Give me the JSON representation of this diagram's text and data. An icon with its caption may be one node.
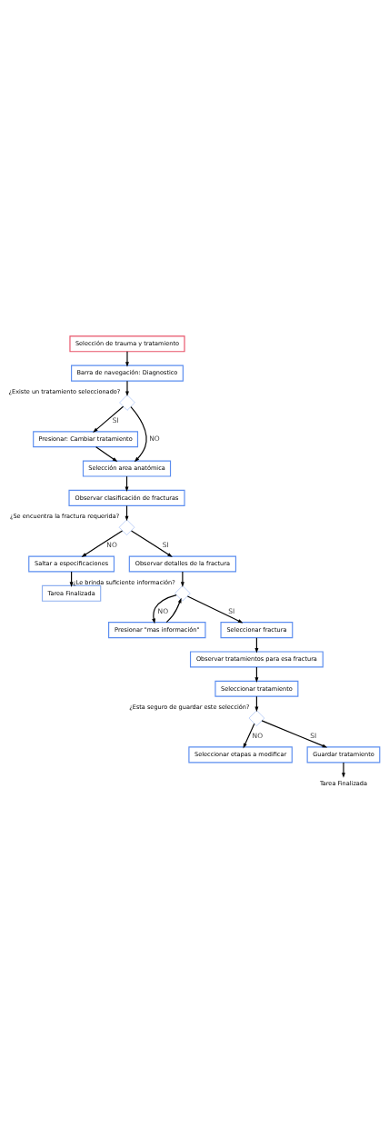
{
  "diagram": {
    "nodes": [
      {
        "text": [
          "Selección de trauma y tratamiento"
        ]
      },
      {
        "text": [
          "Barra de navegación: Diagnostico"
        ]
      },
      {
        "text": [],
        "shape": "diamond",
        "beside": [
          "¿Existe un tratamiento seleccionado?"
        ]
      },
      {
        "text": [
          "Presionar: Cambiar tratamiento"
        ]
      },
      {
        "text": [
          "Selección area anatómica"
        ]
      },
      {
        "text": [
          "Observar clasificación de fracturas"
        ]
      },
      {
        "text": [],
        "shape": "diamond",
        "beside": [
          "¿Se encuentra la fractura requerida?"
        ]
      },
      {
        "text": [
          "Saltar a especificaciones"
        ]
      },
      {
        "text": [
          "Tarea Finalizada"
        ]
      },
      {
        "text": [
          "Observar detalles de la fractura"
        ]
      },
      {
        "text": [],
        "shape": "diamond",
        "beside": [
          "¿Le brinda suficiente información?"
        ]
      },
      {
        "text": [
          "Presionar \"mas información\""
        ]
      },
      {
        "text": [
          "Seleccionar fractura"
        ]
      },
      {
        "text": [
          "Observar tratamientos para esa fractura"
        ]
      },
      {
        "text": [
          "Seleccionar tratamiento"
        ]
      },
      {
        "text": [],
        "shape": "diamond",
        "beside": [
          "¿Esta seguro de guardar este selección?"
        ]
      },
      {
        "text": [
          "Seleccionar etapas a modificar"
        ]
      },
      {
        "text": [
          "Guardar tratamiento"
        ]
      },
      {
        "text": [
          "Tarea Finalizada"
        ]
      }
    ],
    "edges": [
      {
        "from": 0,
        "to": 1,
        "arrow": "to"
      },
      {
        "from": 1,
        "to": 2,
        "arrow": "to"
      },
      {
        "from": 2,
        "to": 3,
        "arrow": "to",
        "label": "SI"
      },
      {
        "from": 2,
        "to": 4,
        "arrow": "to",
        "label": "NO"
      },
      {
        "from": 3,
        "to": 4,
        "arrow": "to"
      },
      {
        "from": 4,
        "to": 5,
        "arrow": "to"
      },
      {
        "from": 5,
        "to": 6,
        "arrow": "to"
      },
      {
        "from": 6,
        "to": 7,
        "arrow": "to",
        "label": "NO"
      },
      {
        "from": 6,
        "to": 9,
        "arrow": "to",
        "label": "SI"
      },
      {
        "from": 7,
        "to": 8,
        "arrow": "to"
      },
      {
        "from": 9,
        "to": 10,
        "arrow": "to"
      },
      {
        "from": 10,
        "to": 11,
        "arrow": "to",
        "label": "NO"
      },
      {
        "from": 11,
        "to": 10,
        "arrow": "to"
      },
      {
        "from": 10,
        "to": 12,
        "arrow": "to",
        "label": "SI"
      },
      {
        "from": 12,
        "to": 13,
        "arrow": "to"
      },
      {
        "from": 13,
        "to": 14,
        "arrow": "to"
      },
      {
        "from": 14,
        "to": 15,
        "arrow": "to"
      },
      {
        "from": 15,
        "to": 16,
        "arrow": "to",
        "label": "NO"
      },
      {
        "from": 15,
        "to": 17,
        "arrow": "to",
        "label": "SI"
      },
      {
        "from": 17,
        "to": 18,
        "arrow": "to"
      }
    ]
  }
}
